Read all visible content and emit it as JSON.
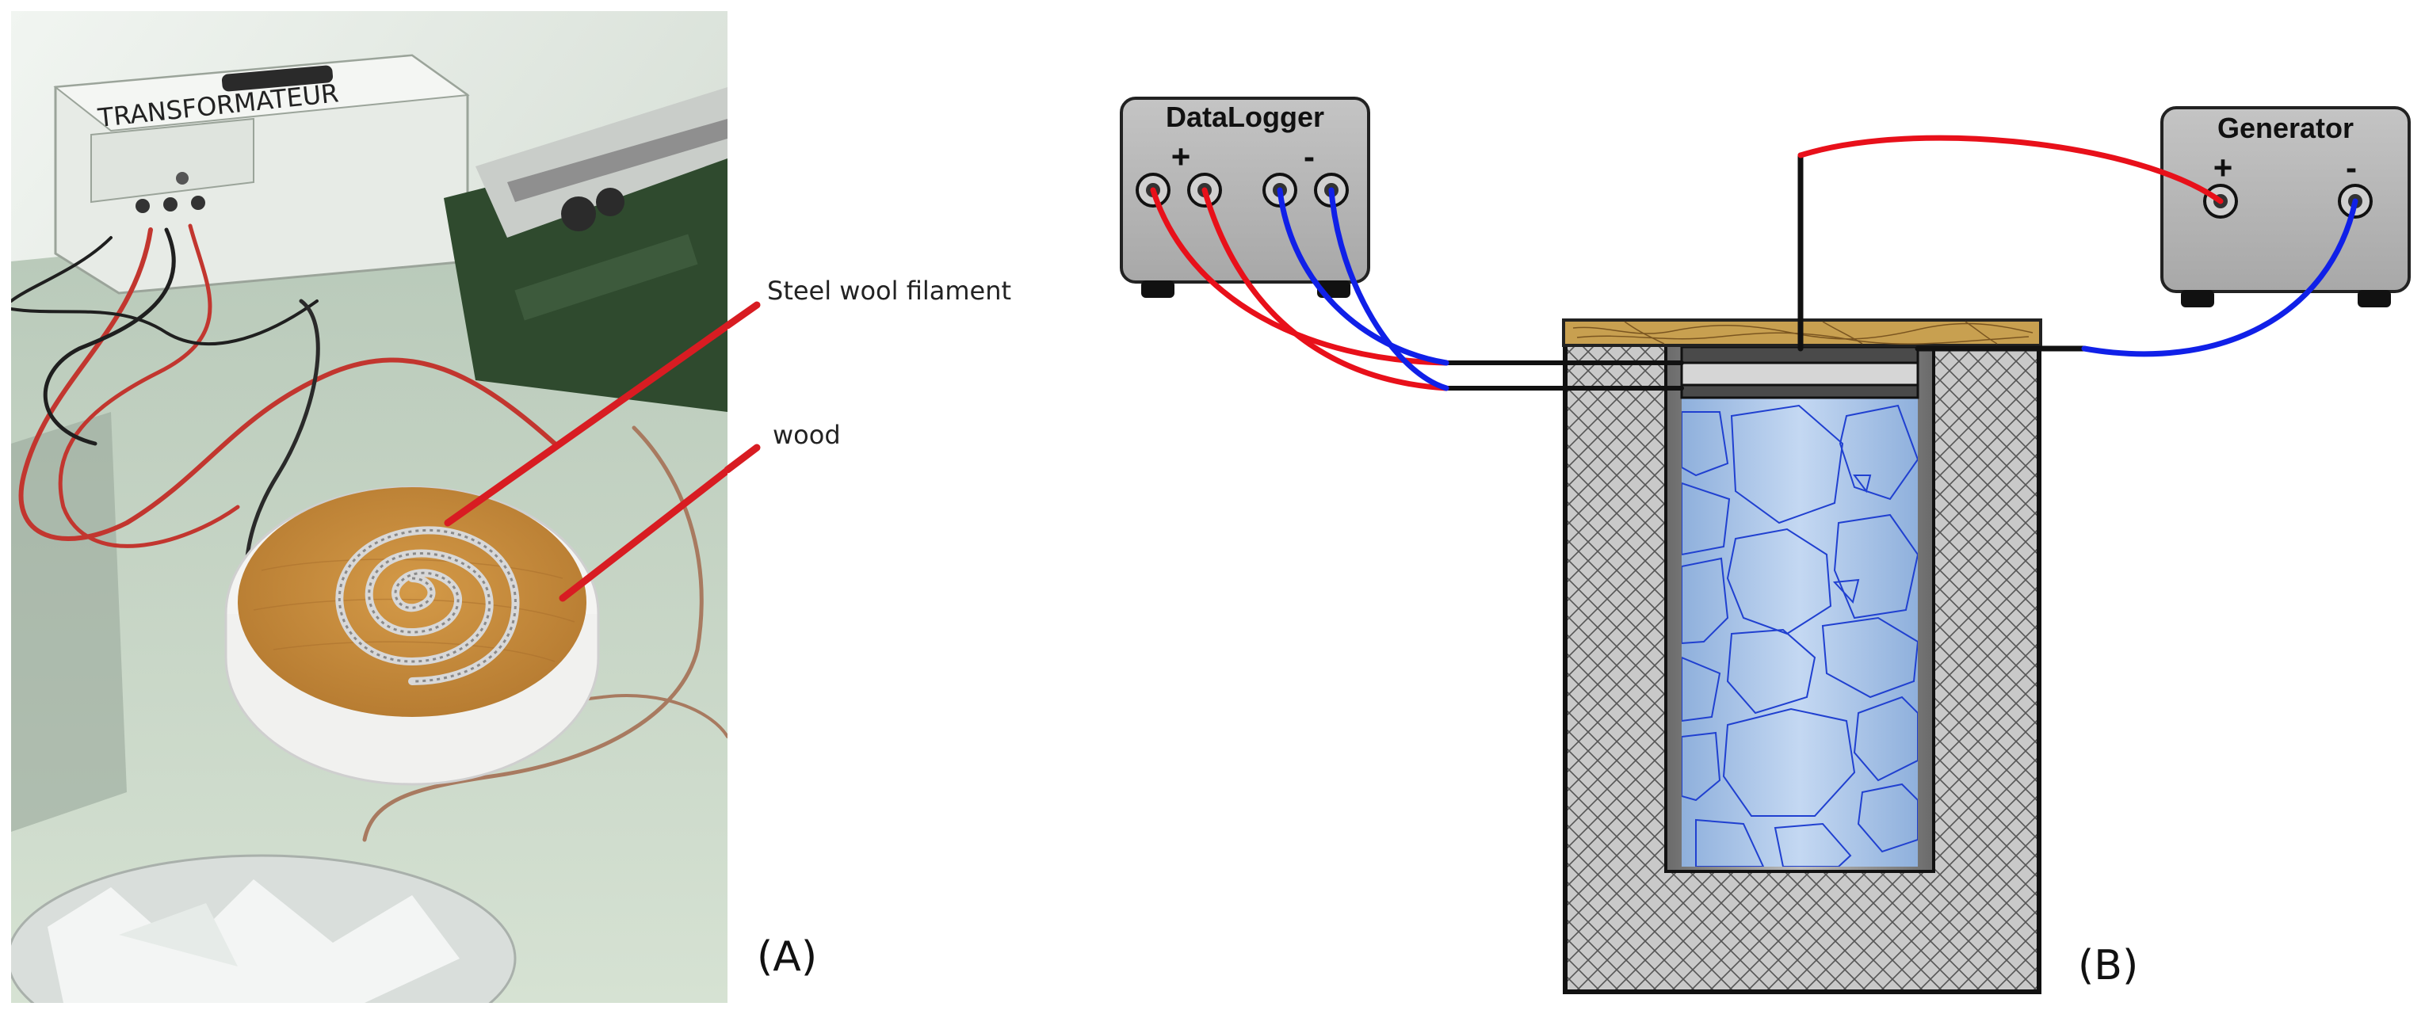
{
  "panel_a": {
    "label": "(A)",
    "annotations": {
      "filament": "Steel wool filament",
      "wood": "wood"
    },
    "transformer_panel_text": "TRANSFORMATEUR"
  },
  "panel_b": {
    "label": "(B)",
    "datalogger": {
      "title": "DataLogger",
      "plus": "+",
      "minus": "-"
    },
    "generator": {
      "title": "Generator",
      "plus": "+",
      "minus": "-"
    }
  },
  "colors": {
    "wire_positive": "#e8101a",
    "wire_negative": "#1020e8",
    "device_body": "#b9b9b9",
    "insulation": "#c8c8c8",
    "wood_lid": "#c8a050",
    "rock_fill": "#a8c4e8",
    "rock_outline": "#2040d0"
  },
  "icons": [
    "terminal-icon",
    "rock-pattern",
    "crosshatch-pattern",
    "wood-grain"
  ]
}
